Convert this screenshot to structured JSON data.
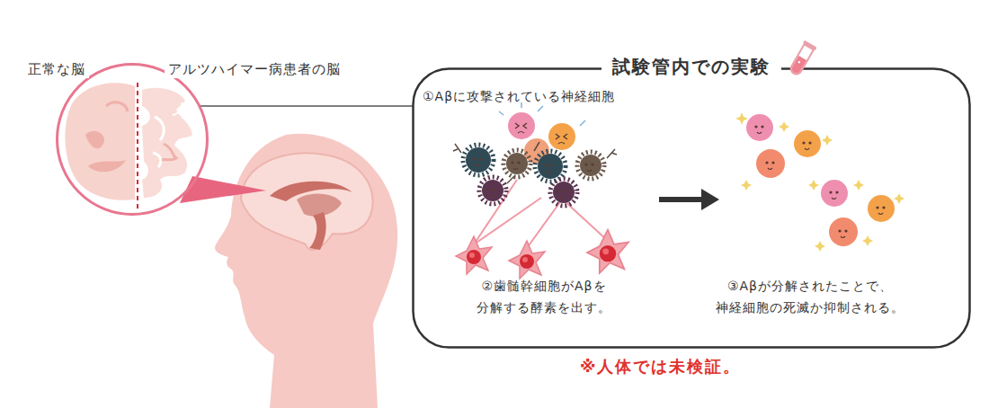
{
  "diagram": {
    "nodes": [
      {
        "text": [
          "正常な脳",
          "アルツハイマー病患者の脳"
        ]
      },
      {
        "text": [
          "試験管内での実験",
          "①Aβに攻撃されている神経細胞",
          "②歯髄幹細胞がAβを 分解する酵素を出す。",
          "③Aβが分解されたことで、 神経細胞の死滅か抑制される。"
        ]
      }
    ],
    "edges": [
      {
        "from": 0,
        "to": 1,
        "arrow": "none"
      }
    ],
    "labels": [
      "※人体では未検証。"
    ]
  }
}
